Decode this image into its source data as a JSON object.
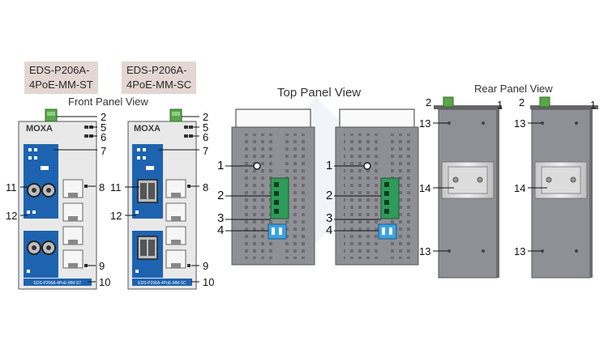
{
  "models": {
    "st": {
      "line1": "EDS-P206A-",
      "line2": "4PoE-MM-ST",
      "footer": "EDS-P206A-4PoE-MM-ST"
    },
    "sc": {
      "line1": "EDS-P206A-",
      "line2": "4PoE-MM-SC",
      "footer": "EDS-P206A-4PoE-MM-SC"
    }
  },
  "titles": {
    "front": "Front Panel View",
    "top": "Top Panel View",
    "rear": "Rear Panel View"
  },
  "brand": "MOXA",
  "callouts": {
    "n1": "1",
    "n2": "2",
    "n3": "3",
    "n4": "4",
    "n5": "5",
    "n6": "6",
    "n7": "7",
    "n8": "8",
    "n9": "9",
    "n10": "10",
    "n11": "11",
    "n12": "12",
    "n13": "13",
    "n14": "14"
  }
}
